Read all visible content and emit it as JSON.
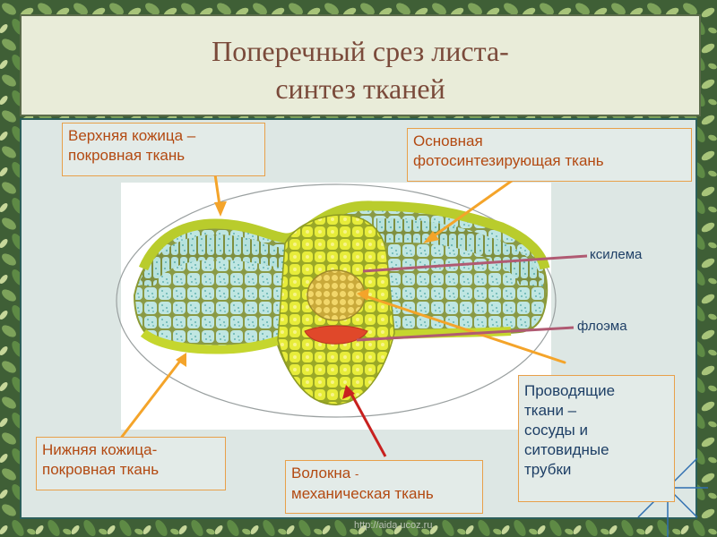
{
  "slide": {
    "title_line1": "Поперечный срез листа-",
    "title_line2": "синтез тканей"
  },
  "labels": {
    "upper_epidermis_1": "Верхняя кожица –",
    "upper_epidermis_2": "покровная ткань",
    "ground_tissue_1": "Основная",
    "ground_tissue_2": "фотосинтезирующая ткань",
    "xylem": "ксилема",
    "phloem": "флоэма",
    "lower_epidermis_1": "Нижняя кожица-",
    "lower_epidermis_2": "покровная ткань",
    "fibers_1": "Волокна",
    "fibers_dash": "-",
    "fibers_2": "механическая ткань",
    "conductive_1": "Проводящие",
    "conductive_2": "ткани –",
    "conductive_3": "сосуды и",
    "conductive_4": "ситовидные",
    "conductive_5": "трубки"
  },
  "watermark": "http://aida.ucoz.ru",
  "colors": {
    "orange_arrow": "#f4a42a",
    "red_arrow": "#c8211f",
    "epidermis_yellow": "#c9d92a",
    "cell_blue": "#a9dfe0",
    "phloem_red": "#e04a2a",
    "callout_text": "#b34a12"
  }
}
